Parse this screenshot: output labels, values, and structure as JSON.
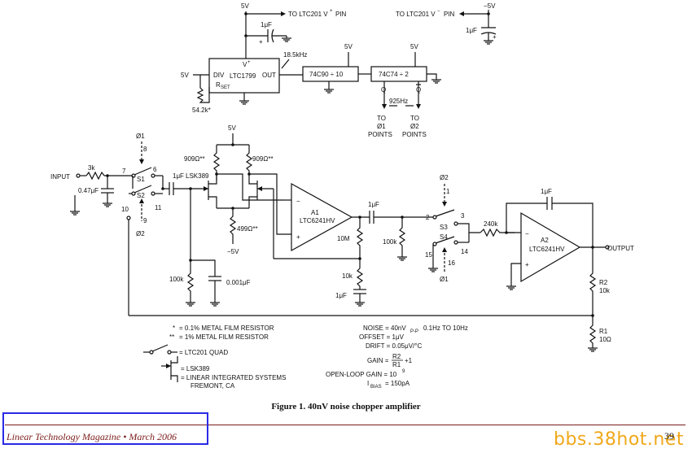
{
  "schematic": {
    "labels": {
      "v5_top": "5V",
      "to_vplus": "TO LTC201 V",
      "to_vplus_sup": "+",
      "to_vplus_pin": "PIN",
      "to_vminus": "TO LTC201 V",
      "to_vminus_sup": "−",
      "to_vminus_pin": "PIN",
      "neg5v": "−5V",
      "cap_1uf_a": "1μF",
      "cap_1uf_b": "1μF",
      "vplus_pin": "V",
      "vplus_sup": "+",
      "div": "DIV",
      "ltc1799": "LTC1799",
      "out": "OUT",
      "rset": "R",
      "rset_sub": "SET",
      "v5_div": "5V",
      "r54": "54.2k*",
      "freq_18": "18.5kHz",
      "v5_b": "5V",
      "v5_c": "5V",
      "ic_74c90": "74C90 ÷ 10",
      "ic_74c74": "74C74 ÷ 2",
      "q": "Q",
      "qbar": "Q",
      "freq_925": "925Hz",
      "to1": "TO",
      "phi1_pts": "Ø1",
      "points1": "POINTS",
      "to2": "TO",
      "phi2_pts": "Ø2",
      "points2": "POINTS",
      "phi1_top": "Ø1",
      "pin8": "8",
      "v5_mid": "5V",
      "r909a": "909Ω**",
      "r909b": "909Ω**",
      "input": "INPUT",
      "r3k": "3k",
      "pin7": "7",
      "s1": "S1",
      "pin6": "6",
      "cap_1uf_c": "1μF",
      "lsk389": "LSK389",
      "cap_047": "0.47μF",
      "s2": "S2",
      "pin10": "10",
      "pin9": "9",
      "pin11": "11",
      "phi2_a": "Ø2",
      "a1": "A1",
      "ltc6241_a": "LTC6241HV",
      "r499": "499Ω**",
      "neg5v_b": "−5V",
      "r10m": "10M",
      "r10k_a": "10k",
      "cap_1uf_d": "1μF",
      "r100k_a": "100k",
      "cap_0001": "0.001μF",
      "cap_1uf_e": "1μF",
      "r100k_b": "100k",
      "phi2_b": "Ø2",
      "pin1": "1",
      "pin2": "2",
      "s3": "S3",
      "pin3": "3",
      "s4": "S4",
      "pin15": "15",
      "pin14": "14",
      "pin16": "16",
      "phi1_b": "Ø1",
      "r240k": "240k",
      "cap_1uf_f": "1μF",
      "a2": "A2",
      "ltc6241_b": "LTC6241HV",
      "output": "OUTPUT",
      "r2": "R2",
      "r2v": "10k",
      "r1": "R1",
      "r1v": "10Ω"
    },
    "legend": {
      "star1": "*",
      "star1_text": "= 0.1% METAL FILM RESISTOR",
      "star2": "**",
      "star2_text": "= 1% METAL FILM RESISTOR",
      "switch_text": "= LTC201 QUAD",
      "jfet_text": "= LSK389",
      "jfet_text2": "= LINEAR INTEGRATED SYSTEMS",
      "jfet_text3": "FREMONT, CA"
    },
    "specs": {
      "noise": "NOISE = 40nV",
      "noise_sub": "P-P",
      "noise_rest": "0.1Hz TO 10Hz",
      "offset": "OFFSET = 1μV",
      "drift": "DRIFT = 0.05μV/°C",
      "gain": "GAIN =",
      "gain_num": "R2",
      "gain_den": "R1",
      "gain_plus": "+1",
      "olgain": "OPEN-LOOP GAIN = 10",
      "olgain_exp": "9",
      "ibias": "I",
      "ibias_sub": "BIAS",
      "ibias_val": "= 150pA"
    }
  },
  "caption": "Figure 1. 40nV noise chopper amplifier",
  "footer": {
    "magazine": "Linear Technology Magazine • March 2006",
    "page": "39"
  },
  "watermark": "bbs.38hot.net"
}
